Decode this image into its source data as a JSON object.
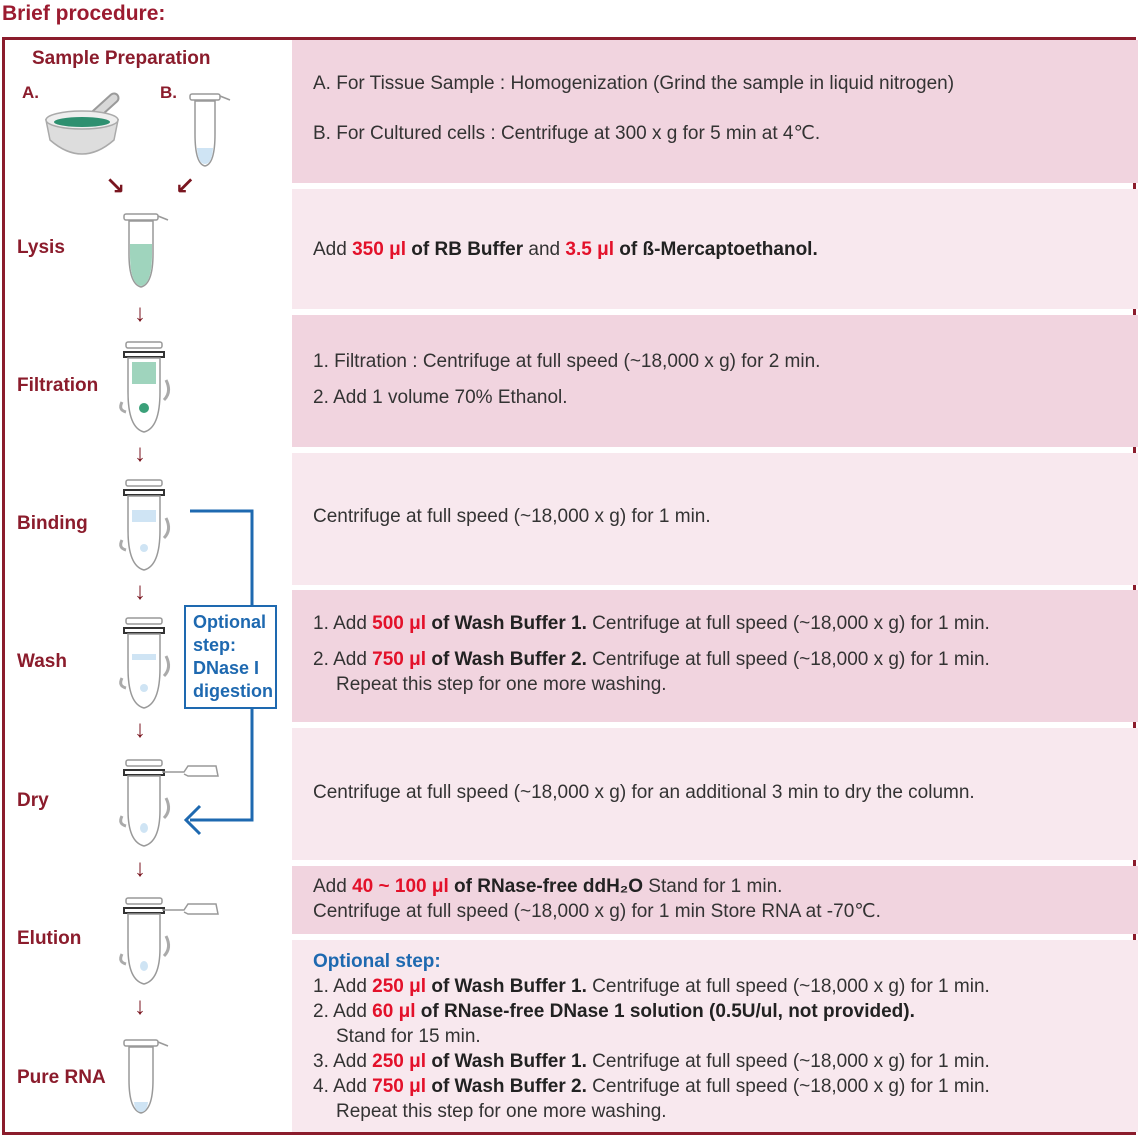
{
  "title": "Brief procedure:",
  "sample_prep": {
    "heading": "Sample Preparation",
    "a": "A.",
    "b": "B."
  },
  "labels": {
    "lysis": "Lysis",
    "filtration": "Filtration",
    "binding": "Binding",
    "wash": "Wash",
    "dry": "Dry",
    "elution": "Elution",
    "pure": "Pure RNA"
  },
  "optional_box": {
    "l1": "Optional",
    "l2": "step:",
    "l3": "DNase I",
    "l4": "digestion"
  },
  "panels": {
    "prep": {
      "a": "A. For Tissue Sample : Homogenization (Grind the sample in liquid nitrogen)",
      "b": "B.  For Cultured cells : Centrifuge at 300 x g for 5 min at 4℃."
    },
    "lysis": {
      "p1": "Add ",
      "r1": "350 μl",
      "b1": " of RB Buffer",
      "p2": " and ",
      "r2": "3.5 μl",
      "b2": " of ß-Mercaptoethanol."
    },
    "filtration": {
      "l1": "1. Filtration : Centrifuge at full speed (~18,000 x g) for 2 min.",
      "l2": "2. Add 1 volume 70% Ethanol."
    },
    "binding": {
      "l1": "Centrifuge at full speed (~18,000 x g) for 1 min."
    },
    "wash": {
      "l1a": "1. Add ",
      "l1r": "500 μl",
      "l1b": " of Wash Buffer 1.",
      "l1c": " Centrifuge at full speed (~18,000 x g) for 1 min.",
      "l2a": "2. Add ",
      "l2r": "750 μl",
      "l2b": " of Wash Buffer 2.",
      "l2c": " Centrifuge at full speed (~18,000 x g) for 1 min.",
      "l3": "Repeat this step for one more washing."
    },
    "dry": {
      "l1": "Centrifuge at full speed (~18,000 x g) for an additional 3 min to dry the column."
    },
    "elution": {
      "a": "Add ",
      "r": "40 ~ 100 μl",
      "b": " of RNase-free ddH₂O",
      "c": " Stand for 1 min.",
      "l2": "Centrifuge at full speed (~18,000 x g) for 1 min Store RNA at -70℃."
    },
    "optional": {
      "head": "Optional step:",
      "s1a": "1. Add ",
      "s1r": "250 μl",
      "s1b": " of Wash Buffer 1.",
      "s1c": " Centrifuge at full speed (~18,000 x g) for 1 min.",
      "s2a": "2. Add ",
      "s2r": "60 μl",
      "s2b": " of RNase-free DNase 1 solution (0.5U/ul, not provided).",
      "s2c": "Stand for 15 min.",
      "s3a": "3. Add ",
      "s3r": "250 μl",
      "s3b": " of Wash Buffer 1.",
      "s3c": " Centrifuge at full speed (~18,000 x g) for 1 min.",
      "s4a": "4. Add ",
      "s4r": "750 μl",
      "s4b": " of Wash Buffer 2.",
      "s4c": " Centrifuge at full speed (~18,000 x g) for 1 min.",
      "s4d": "Repeat this step for one more washing."
    }
  },
  "colors": {
    "maroon": "#8b1c2c",
    "red": "#e3112a",
    "blue": "#1e69b0",
    "panel_dark": "#f1d4df",
    "panel_light": "#f8e8ee"
  },
  "icons": [
    "mortar-pestle-icon",
    "tube-icon",
    "spin-column-icon",
    "down-arrow-icon"
  ]
}
